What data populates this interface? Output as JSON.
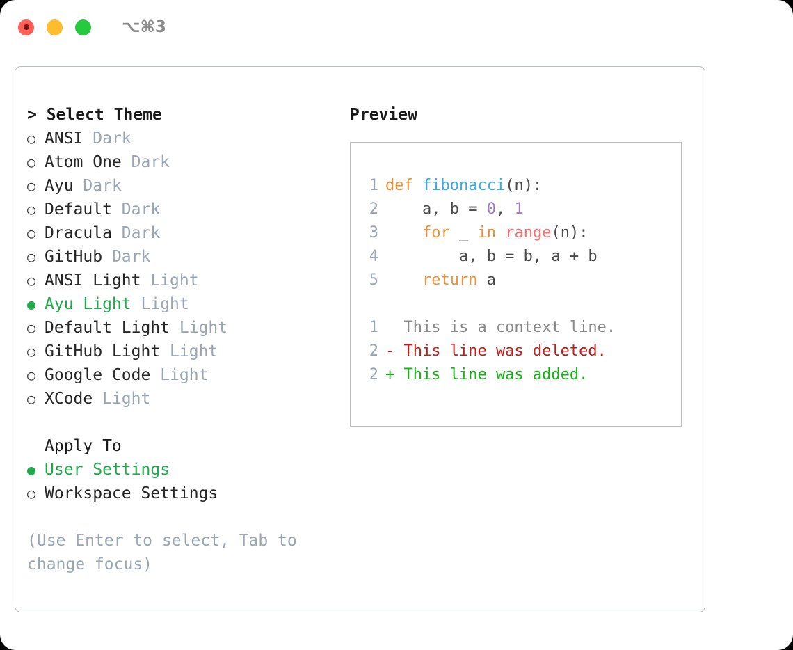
{
  "titlebar": {
    "shortcut": "⌥⌘3",
    "lights": [
      {
        "name": "close",
        "color": "#ff5f56"
      },
      {
        "name": "minimize",
        "color": "#ffbd2e"
      },
      {
        "name": "maximize",
        "color": "#27c93f"
      }
    ]
  },
  "theme_section": {
    "header": "> Select Theme",
    "bullet_empty": "○",
    "bullet_filled": "●",
    "items": [
      {
        "label": "ANSI",
        "suffix": "Dark",
        "selected": false
      },
      {
        "label": "Atom One",
        "suffix": "Dark",
        "selected": false
      },
      {
        "label": "Ayu",
        "suffix": "Dark",
        "selected": false
      },
      {
        "label": "Default",
        "suffix": "Dark",
        "selected": false
      },
      {
        "label": "Dracula",
        "suffix": "Dark",
        "selected": false
      },
      {
        "label": "GitHub",
        "suffix": "Dark",
        "selected": false
      },
      {
        "label": "ANSI Light",
        "suffix": "Light",
        "selected": false
      },
      {
        "label": "Ayu Light",
        "suffix": "Light",
        "selected": true
      },
      {
        "label": "Default Light",
        "suffix": "Light",
        "selected": false
      },
      {
        "label": "GitHub Light",
        "suffix": "Light",
        "selected": false
      },
      {
        "label": "Google Code",
        "suffix": "Light",
        "selected": false
      },
      {
        "label": "XCode",
        "suffix": "Light",
        "selected": false
      }
    ]
  },
  "apply_section": {
    "header": "Apply To",
    "items": [
      {
        "label": "User Settings",
        "selected": true
      },
      {
        "label": "Workspace Settings",
        "selected": false
      }
    ]
  },
  "hint": "(Use Enter to select, Tab to change focus)",
  "preview": {
    "title": "Preview",
    "code_lines": [
      {
        "no": "1",
        "tokens": [
          {
            "t": "def",
            "c": "kw"
          },
          {
            "t": " ",
            "c": "plain"
          },
          {
            "t": "fibonacci",
            "c": "fn"
          },
          {
            "t": "(n):",
            "c": "plain"
          }
        ]
      },
      {
        "no": "2",
        "tokens": [
          {
            "t": "    a, b = ",
            "c": "plain"
          },
          {
            "t": "0",
            "c": "num"
          },
          {
            "t": ", ",
            "c": "plain"
          },
          {
            "t": "1",
            "c": "num"
          }
        ]
      },
      {
        "no": "3",
        "tokens": [
          {
            "t": "    ",
            "c": "plain"
          },
          {
            "t": "for",
            "c": "kw"
          },
          {
            "t": " _ ",
            "c": "plain"
          },
          {
            "t": "in",
            "c": "kw"
          },
          {
            "t": " ",
            "c": "plain"
          },
          {
            "t": "range",
            "c": "call"
          },
          {
            "t": "(n):",
            "c": "plain"
          }
        ]
      },
      {
        "no": "4",
        "tokens": [
          {
            "t": "        a, b = b, a + b",
            "c": "plain"
          }
        ]
      },
      {
        "no": "5",
        "tokens": [
          {
            "t": "    ",
            "c": "plain"
          },
          {
            "t": "return",
            "c": "kw"
          },
          {
            "t": " a",
            "c": "plain"
          }
        ]
      }
    ],
    "diff_lines": [
      {
        "no": "1",
        "text": "  This is a context line.",
        "kind": "ctx"
      },
      {
        "no": "2",
        "text": "- This line was deleted.",
        "kind": "del"
      },
      {
        "no": "2",
        "text": "+ This line was added.",
        "kind": "add"
      }
    ]
  }
}
